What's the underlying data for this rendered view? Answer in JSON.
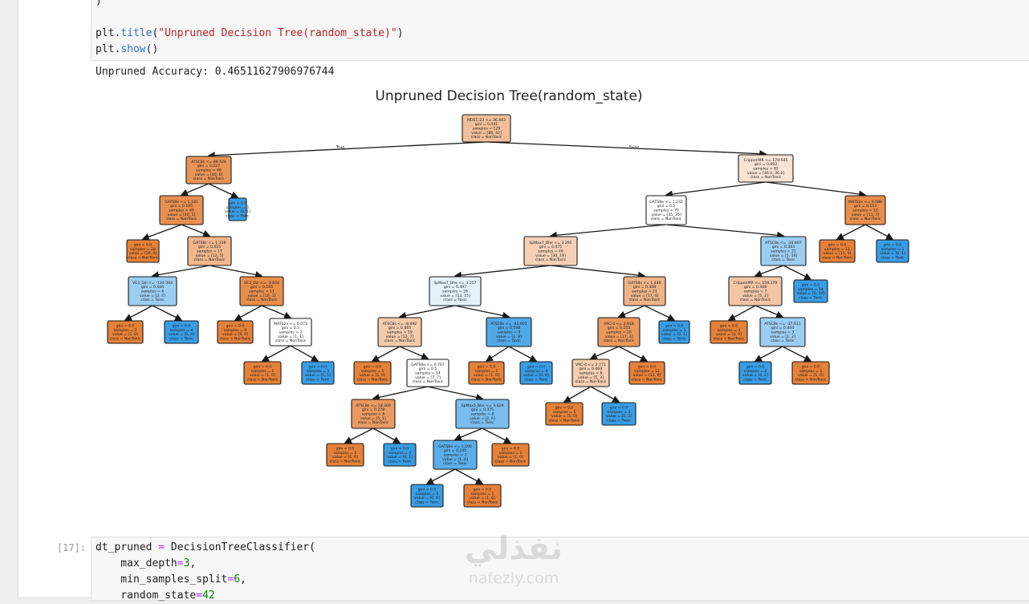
{
  "cells": {
    "top": {
      "code_lines": [
        {
          "parts": [
            {
              "t": ")",
              "c": ""
            }
          ]
        },
        {
          "parts": [
            {
              "t": "",
              "c": ""
            }
          ]
        },
        {
          "parts": [
            {
              "t": "plt.",
              "c": ""
            },
            {
              "t": "title",
              "c": "fn"
            },
            {
              "t": "(",
              "c": ""
            },
            {
              "t": "\"Unpruned Decision Tree(random_state)\"",
              "c": "str"
            },
            {
              "t": ")",
              "c": ""
            }
          ]
        },
        {
          "parts": [
            {
              "t": "plt.",
              "c": ""
            },
            {
              "t": "show",
              "c": "fn"
            },
            {
              "t": "()",
              "c": ""
            }
          ]
        }
      ],
      "output": "Unpruned Accuracy: 0.46511627906976744"
    },
    "bottom": {
      "prompt": "[17]:",
      "code_lines": [
        {
          "parts": [
            {
              "t": "dt_pruned ",
              "c": ""
            },
            {
              "t": "=",
              "c": "kw-eq"
            },
            {
              "t": " DecisionTreeClassifier(",
              "c": ""
            }
          ]
        },
        {
          "parts": [
            {
              "t": "    max_depth",
              "c": ""
            },
            {
              "t": "=",
              "c": "kw-eq"
            },
            {
              "t": "3",
              "c": "num"
            },
            {
              "t": ",",
              "c": ""
            }
          ]
        },
        {
          "parts": [
            {
              "t": "    min_samples_split",
              "c": ""
            },
            {
              "t": "=",
              "c": "kw-eq"
            },
            {
              "t": "6",
              "c": "num"
            },
            {
              "t": ",",
              "c": ""
            }
          ]
        },
        {
          "parts": [
            {
              "t": "    random_state",
              "c": ""
            },
            {
              "t": "=",
              "c": "kw-eq"
            },
            {
              "t": "42",
              "c": "num"
            }
          ]
        }
      ]
    }
  },
  "figure": {
    "title": "Unpruned Decision Tree(random_state)",
    "edge_labels": {
      "left": "True",
      "right": "False"
    },
    "colors": {
      "nontoxic": "#e58139",
      "toxic": "#399de5",
      "edge": "#1a1a1a"
    },
    "nodes": [
      {
        "id": "n0",
        "lines": [
          "MDEC-23 <= 36.443",
          "gini = 0.441",
          "samples = 128",
          "value = [86, 42]",
          "class = NonToxic"
        ],
        "cls": "nontoxic",
        "purity": 0.51
      },
      {
        "id": "n1",
        "lines": [
          "ATSC8s <= 86.424",
          "gini = 0.227",
          "samples = 46",
          "value = [40, 6]",
          "class = NonToxic"
        ],
        "cls": "nontoxic",
        "purity": 0.85
      },
      {
        "id": "n2",
        "lines": [
          "GATS8e <= 1.181",
          "gini = 0.105",
          "samples = 45",
          "value = [40, 5]",
          "class = NonToxic"
        ],
        "cls": "nontoxic",
        "purity": 0.88
      },
      {
        "id": "n3",
        "lines": [
          "gini = 0.0",
          "samples = 1",
          "value = [0, 1]",
          "class = Toxic"
        ],
        "cls": "toxic",
        "purity": 1.0
      },
      {
        "id": "n4",
        "lines": [
          "gini = 0.0",
          "samples = 28",
          "value = [28, 0]",
          "class = NonToxic"
        ],
        "cls": "nontoxic",
        "purity": 1.0
      },
      {
        "id": "n5",
        "lines": [
          "GATS8s <= 1.319",
          "gini = 0.415",
          "samples = 17",
          "value = [12, 5]",
          "class = NonToxic"
        ],
        "cls": "nontoxic",
        "purity": 0.58
      },
      {
        "id": "n6",
        "lines": [
          "VE3_Dzi <= -124.393",
          "gini = 0.444",
          "samples = 6",
          "value = [2, 4]",
          "class = Toxic"
        ],
        "cls": "toxic",
        "purity": 0.5
      },
      {
        "id": "n7",
        "lines": [
          "VE3_Dzi <= -3.834",
          "gini = 0.165",
          "samples = 11",
          "value = [10, 1]",
          "class = NonToxic"
        ],
        "cls": "nontoxic",
        "purity": 0.9
      },
      {
        "id": "n8",
        "lines": [
          "gini = 0.0",
          "samples = 2",
          "value = [2, 0]",
          "class = NonToxic"
        ],
        "cls": "nontoxic",
        "purity": 1.0
      },
      {
        "id": "n9",
        "lines": [
          "gini = 0.0",
          "samples = 4",
          "value = [0, 4]",
          "class = Toxic"
        ],
        "cls": "toxic",
        "purity": 1.0
      },
      {
        "id": "n10",
        "lines": [
          "gini = 0.0",
          "samples = 9",
          "value = [9, 0]",
          "class = NonToxic"
        ],
        "cls": "nontoxic",
        "purity": 1.0
      },
      {
        "id": "n11",
        "lines": [
          "MATS2v <= 0.073",
          "gini = 0.5",
          "samples = 2",
          "value = [1, 1]",
          "class = NonToxic"
        ],
        "cls": "nontoxic",
        "purity": 0.0
      },
      {
        "id": "n12",
        "lines": [
          "gini = 0.0",
          "samples = 1",
          "value = [1, 0]",
          "class = NonToxic"
        ],
        "cls": "nontoxic",
        "purity": 1.0
      },
      {
        "id": "n13",
        "lines": [
          "gini = 0.0",
          "samples = 1",
          "value = [0, 1]",
          "class = Toxic"
        ],
        "cls": "toxic",
        "purity": 1.0
      },
      {
        "id": "n14",
        "lines": [
          "CrippenMR <= 170.545",
          "gini = 0.493",
          "samples = 82",
          "value = [46.0, 36.0]",
          "class = NonToxic"
        ],
        "cls": "nontoxic",
        "purity": 0.22
      },
      {
        "id": "n15",
        "lines": [
          "GATS8e <= 1.232",
          "gini = 0.5",
          "samples = 70",
          "value = [35, 35]",
          "class = NonToxic"
        ],
        "cls": "nontoxic",
        "purity": 0.0
      },
      {
        "id": "n16",
        "lines": [
          "MATS2v <= 0.088",
          "gini = 0.153",
          "samples = 12",
          "value = [11, 1]",
          "class = NonToxic"
        ],
        "cls": "nontoxic",
        "purity": 0.9
      },
      {
        "id": "n17",
        "lines": [
          "SpMax7_Bhe <= 3.295",
          "gini = 0.475",
          "samples = 49",
          "value = [30, 19]",
          "class = NonToxic"
        ],
        "cls": "nontoxic",
        "purity": 0.37
      },
      {
        "id": "n18",
        "lines": [
          "ATSC8s <= -34.907",
          "gini = 0.363",
          "samples = 21",
          "value = [5, 16]",
          "class = Toxic"
        ],
        "cls": "toxic",
        "purity": 0.5
      },
      {
        "id": "n19",
        "lines": [
          "gini = 0.0",
          "samples = 11",
          "value = [11, 0]",
          "class = NonToxic"
        ],
        "cls": "nontoxic",
        "purity": 1.0
      },
      {
        "id": "n20",
        "lines": [
          "gini = 0.0",
          "samples = 1",
          "value = [0, 1]",
          "class = Toxic"
        ],
        "cls": "toxic",
        "purity": 1.0
      },
      {
        "id": "n21",
        "lines": [
          "SpMax7_Bhe <= 3.257",
          "gini = 0.497",
          "samples = 28",
          "value = [13, 15]",
          "class = Toxic"
        ],
        "cls": "toxic",
        "purity": 0.13
      },
      {
        "id": "n22",
        "lines": [
          "GATS8s <= 1.449",
          "gini = 0.308",
          "samples = 21",
          "value = [17, 4]",
          "class = NonToxic"
        ],
        "cls": "nontoxic",
        "purity": 0.6
      },
      {
        "id": "n23",
        "lines": [
          "CrippenMR <= 159.379",
          "gini = 0.408",
          "samples = 7",
          "value = [5, 2]",
          "class = NonToxic"
        ],
        "cls": "nontoxic",
        "purity": 0.45
      },
      {
        "id": "n24",
        "lines": [
          "gini = 0.0",
          "samples = 14",
          "value = [0, 14]",
          "class = Toxic"
        ],
        "cls": "toxic",
        "purity": 1.0
      },
      {
        "id": "n25",
        "lines": [
          "ATSC8s <= -8.692",
          "gini = 0.465",
          "samples = 19",
          "value = [12, 7]",
          "class = NonToxic"
        ],
        "cls": "nontoxic",
        "purity": 0.42
      },
      {
        "id": "n26",
        "lines": [
          "ATSC8s <= -41.901",
          "gini = 0.198",
          "samples = 9",
          "value = [1, 8]",
          "class = Toxic"
        ],
        "cls": "toxic",
        "purity": 0.88
      },
      {
        "id": "n27",
        "lines": [
          "VRC-4 <= 2.818",
          "gini = 0.255",
          "samples = 20",
          "value = [17, 3]",
          "class = NonToxic"
        ],
        "cls": "nontoxic",
        "purity": 0.82
      },
      {
        "id": "n28",
        "lines": [
          "gini = 0.0",
          "samples = 1",
          "value = [0, 1]",
          "class = Toxic"
        ],
        "cls": "toxic",
        "purity": 1.0
      },
      {
        "id": "n29",
        "lines": [
          "gini = 0.0",
          "samples = 4",
          "value = [4, 0]",
          "class = NonToxic"
        ],
        "cls": "nontoxic",
        "purity": 1.0
      },
      {
        "id": "n30",
        "lines": [
          "ATSC8s <= -37.611",
          "gini = 0.444",
          "samples = 3",
          "value = [1, 2]",
          "class = Toxic"
        ],
        "cls": "toxic",
        "purity": 0.5
      },
      {
        "id": "n31",
        "lines": [
          "gini = 0.0",
          "samples = 5",
          "value = [5, 0]",
          "class = NonToxic"
        ],
        "cls": "nontoxic",
        "purity": 1.0
      },
      {
        "id": "n32",
        "lines": [
          "GATS8e <= 0.767",
          "gini = 0.5",
          "samples = 14",
          "value = [7, 7]",
          "class = NonToxic"
        ],
        "cls": "nontoxic",
        "purity": 0.0
      },
      {
        "id": "n33",
        "lines": [
          "gini = 0.0",
          "samples = 1",
          "value = [1, 0]",
          "class = NonToxic"
        ],
        "cls": "nontoxic",
        "purity": 1.0
      },
      {
        "id": "n34",
        "lines": [
          "gini = 0.0",
          "samples = 8",
          "value = [0, 8]",
          "class = Toxic"
        ],
        "cls": "toxic",
        "purity": 1.0
      },
      {
        "id": "n35",
        "lines": [
          "VRC-4 <= 2.771",
          "gini = 0.469",
          "samples = 8",
          "value = [5, 3]",
          "class = NonToxic"
        ],
        "cls": "nontoxic",
        "purity": 0.4
      },
      {
        "id": "n36",
        "lines": [
          "gini = 0.0",
          "samples = 12",
          "value = [12, 0]",
          "class = NonToxic"
        ],
        "cls": "nontoxic",
        "purity": 1.0
      },
      {
        "id": "n37",
        "lines": [
          "gini = 0.0",
          "samples = 2",
          "value = [0, 2]",
          "class = Toxic"
        ],
        "cls": "toxic",
        "purity": 1.0
      },
      {
        "id": "n38",
        "lines": [
          "gini = 0.0",
          "samples = 1",
          "value = [1, 0]",
          "class = NonToxic"
        ],
        "cls": "nontoxic",
        "purity": 1.0
      },
      {
        "id": "n39",
        "lines": [
          "ATSC8s <= 18.369",
          "gini = 0.278",
          "samples = 6",
          "value = [5, 1]",
          "class = NonToxic"
        ],
        "cls": "nontoxic",
        "purity": 0.8
      },
      {
        "id": "n40",
        "lines": [
          "SpMax5_Bhs <= 3.629",
          "gini = 0.375",
          "samples = 8",
          "value = [2, 6]",
          "class = Toxic"
        ],
        "cls": "toxic",
        "purity": 0.67
      },
      {
        "id": "n41",
        "lines": [
          "gini = 0.0",
          "samples = 5",
          "value = [5, 0]",
          "class = NonToxic"
        ],
        "cls": "nontoxic",
        "purity": 1.0
      },
      {
        "id": "n42",
        "lines": [
          "gini = 0.0",
          "samples = 3",
          "value = [0, 3]",
          "class = Toxic"
        ],
        "cls": "toxic",
        "purity": 1.0
      },
      {
        "id": "n43",
        "lines": [
          "gini = 0.0",
          "samples = 5",
          "value = [5, 0]",
          "class = NonToxic"
        ],
        "cls": "nontoxic",
        "purity": 1.0
      },
      {
        "id": "n44",
        "lines": [
          "gini = 0.0",
          "samples = 1",
          "value = [0, 1]",
          "class = Toxic"
        ],
        "cls": "toxic",
        "purity": 1.0
      },
      {
        "id": "n45",
        "lines": [
          "GATS8e <= 1.090",
          "gini = 0.245",
          "samples = 7",
          "value = [1, 6]",
          "class = Toxic"
        ],
        "cls": "toxic",
        "purity": 0.83
      },
      {
        "id": "n46",
        "lines": [
          "gini = 0.0",
          "samples = 1",
          "value = [1, 0]",
          "class = NonToxic"
        ],
        "cls": "nontoxic",
        "purity": 1.0
      },
      {
        "id": "n47",
        "lines": [
          "gini = 0.0",
          "samples = 6",
          "value = [0, 6]",
          "class = Toxic"
        ],
        "cls": "toxic",
        "purity": 1.0
      },
      {
        "id": "n48",
        "lines": [
          "gini = 0.0",
          "samples = 1",
          "value = [1, 0]",
          "class = NonToxic"
        ],
        "cls": "nontoxic",
        "purity": 1.0
      }
    ],
    "edges": [
      [
        "n0",
        "n1"
      ],
      [
        "n0",
        "n14"
      ],
      [
        "n1",
        "n2"
      ],
      [
        "n1",
        "n3"
      ],
      [
        "n2",
        "n4"
      ],
      [
        "n2",
        "n5"
      ],
      [
        "n5",
        "n6"
      ],
      [
        "n5",
        "n7"
      ],
      [
        "n6",
        "n8"
      ],
      [
        "n6",
        "n9"
      ],
      [
        "n7",
        "n10"
      ],
      [
        "n7",
        "n11"
      ],
      [
        "n11",
        "n12"
      ],
      [
        "n11",
        "n13"
      ],
      [
        "n14",
        "n15"
      ],
      [
        "n14",
        "n16"
      ],
      [
        "n15",
        "n17"
      ],
      [
        "n15",
        "n18"
      ],
      [
        "n16",
        "n19"
      ],
      [
        "n16",
        "n20"
      ],
      [
        "n17",
        "n21"
      ],
      [
        "n17",
        "n22"
      ],
      [
        "n18",
        "n23"
      ],
      [
        "n18",
        "n24"
      ],
      [
        "n21",
        "n25"
      ],
      [
        "n21",
        "n26"
      ],
      [
        "n22",
        "n27"
      ],
      [
        "n22",
        "n28"
      ],
      [
        "n23",
        "n29"
      ],
      [
        "n23",
        "n30"
      ],
      [
        "n25",
        "n31"
      ],
      [
        "n25",
        "n32"
      ],
      [
        "n26",
        "n33"
      ],
      [
        "n26",
        "n34"
      ],
      [
        "n27",
        "n35"
      ],
      [
        "n27",
        "n36"
      ],
      [
        "n30",
        "n37"
      ],
      [
        "n30",
        "n38"
      ],
      [
        "n32",
        "n39"
      ],
      [
        "n32",
        "n40"
      ],
      [
        "n35",
        "n41"
      ],
      [
        "n35",
        "n42"
      ],
      [
        "n39",
        "n43"
      ],
      [
        "n39",
        "n44"
      ],
      [
        "n40",
        "n45"
      ],
      [
        "n40",
        "n46"
      ],
      [
        "n45",
        "n47"
      ],
      [
        "n45",
        "n48"
      ]
    ]
  },
  "watermark": {
    "arabic": "نفذلي",
    "latin": "nafezly.com"
  }
}
